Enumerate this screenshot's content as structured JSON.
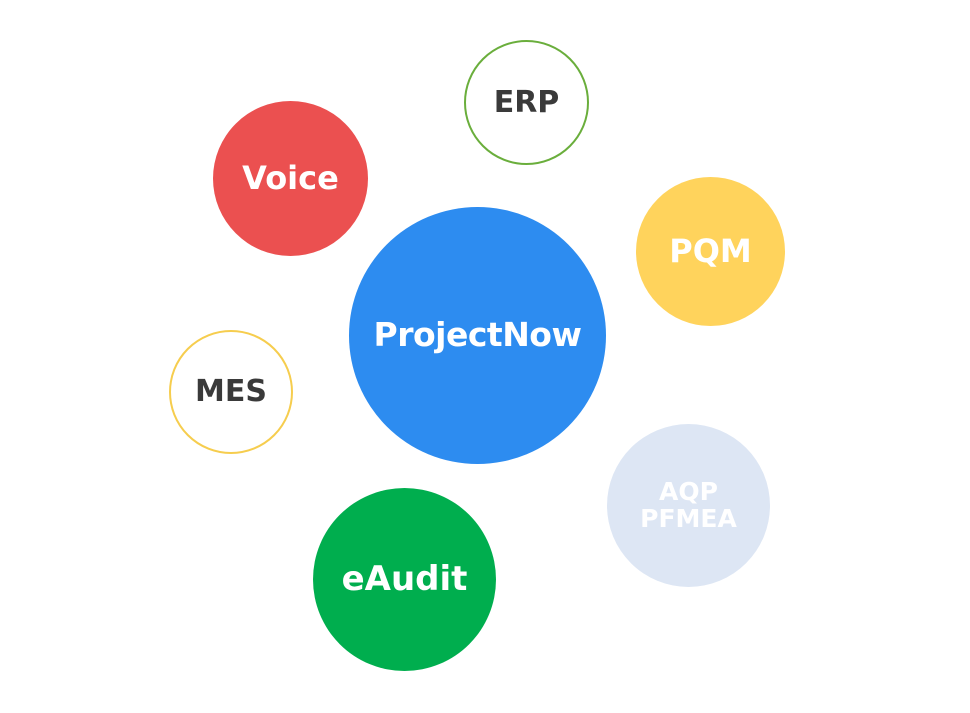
{
  "diagram": {
    "center": {
      "label": "ProjectNow",
      "fill": "#2D8CF0",
      "text_color": "#FFFFFF"
    },
    "nodes": [
      {
        "id": "voice",
        "label": "Voice",
        "fill": "#EB5050",
        "text_color": "#FFFFFF",
        "outlined": false
      },
      {
        "id": "erp",
        "label": "ERP",
        "fill": "#FFFFFF",
        "border": "#6AAE3C",
        "text_color": "#3A3A3A",
        "outlined": true
      },
      {
        "id": "pqm",
        "label": "PQM",
        "fill": "#FFD35C",
        "text_color": "#FFFFFF",
        "outlined": false
      },
      {
        "id": "mes",
        "label": "MES",
        "fill": "#FFFFFF",
        "border": "#F6CD4E",
        "text_color": "#3A3A3A",
        "outlined": true
      },
      {
        "id": "aqp",
        "label_lines": [
          "AQP",
          "PFMEA"
        ],
        "fill": "#DDE6F4",
        "text_color": "#FFFFFF",
        "outlined": false
      },
      {
        "id": "eaudit",
        "label": "eAudit",
        "fill": "#00AE4E",
        "text_color": "#FFFFFF",
        "outlined": false
      }
    ]
  }
}
